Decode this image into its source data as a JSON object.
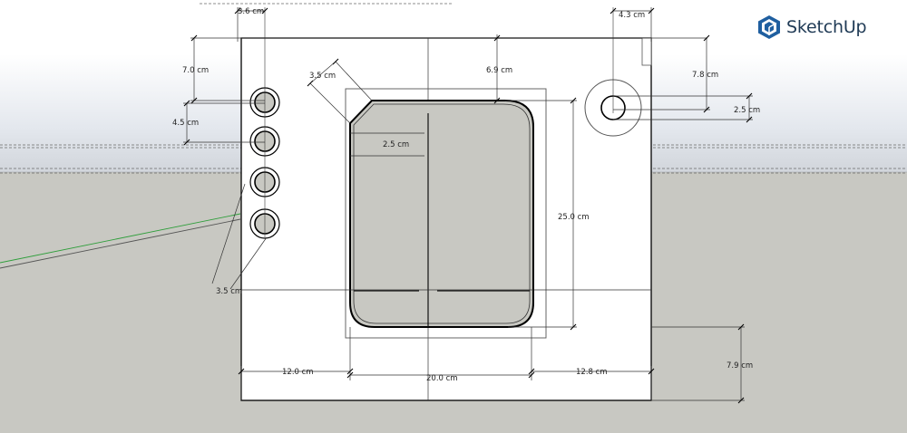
{
  "app": {
    "logo_text": "SketchUp",
    "logo_color": "#1f3a55",
    "logo_icon": "sketchup-cube-icon"
  },
  "scene": {
    "sky_color": "#ffffff",
    "ground_color": "#c8c8c2",
    "model_edge_color": "#000000",
    "window_fill": "#c8c8c2",
    "green_axis_color": "#2e9e3a"
  },
  "dimensions": {
    "top_left_hole_spacing": "3.6 cm",
    "top_offset_left": "7.0 cm",
    "hole_spacing_vertical": "4.5 cm",
    "window_corner_chamfer": "3.5 cm",
    "window_top_offset": "6.9 cm",
    "window_inner_dim": "2.5 cm",
    "right_hole_horizontal": "4.3 cm",
    "right_hole_vertical": "7.8 cm",
    "right_hole_diameter": "2.5 cm",
    "window_height": "25.0 cm",
    "bottom_left_hole_spacing": "3.5 cm",
    "left_margin": "12.0 cm",
    "window_width": "20.0 cm",
    "right_margin": "12.8 cm",
    "bottom_margin": "7.9 cm"
  }
}
